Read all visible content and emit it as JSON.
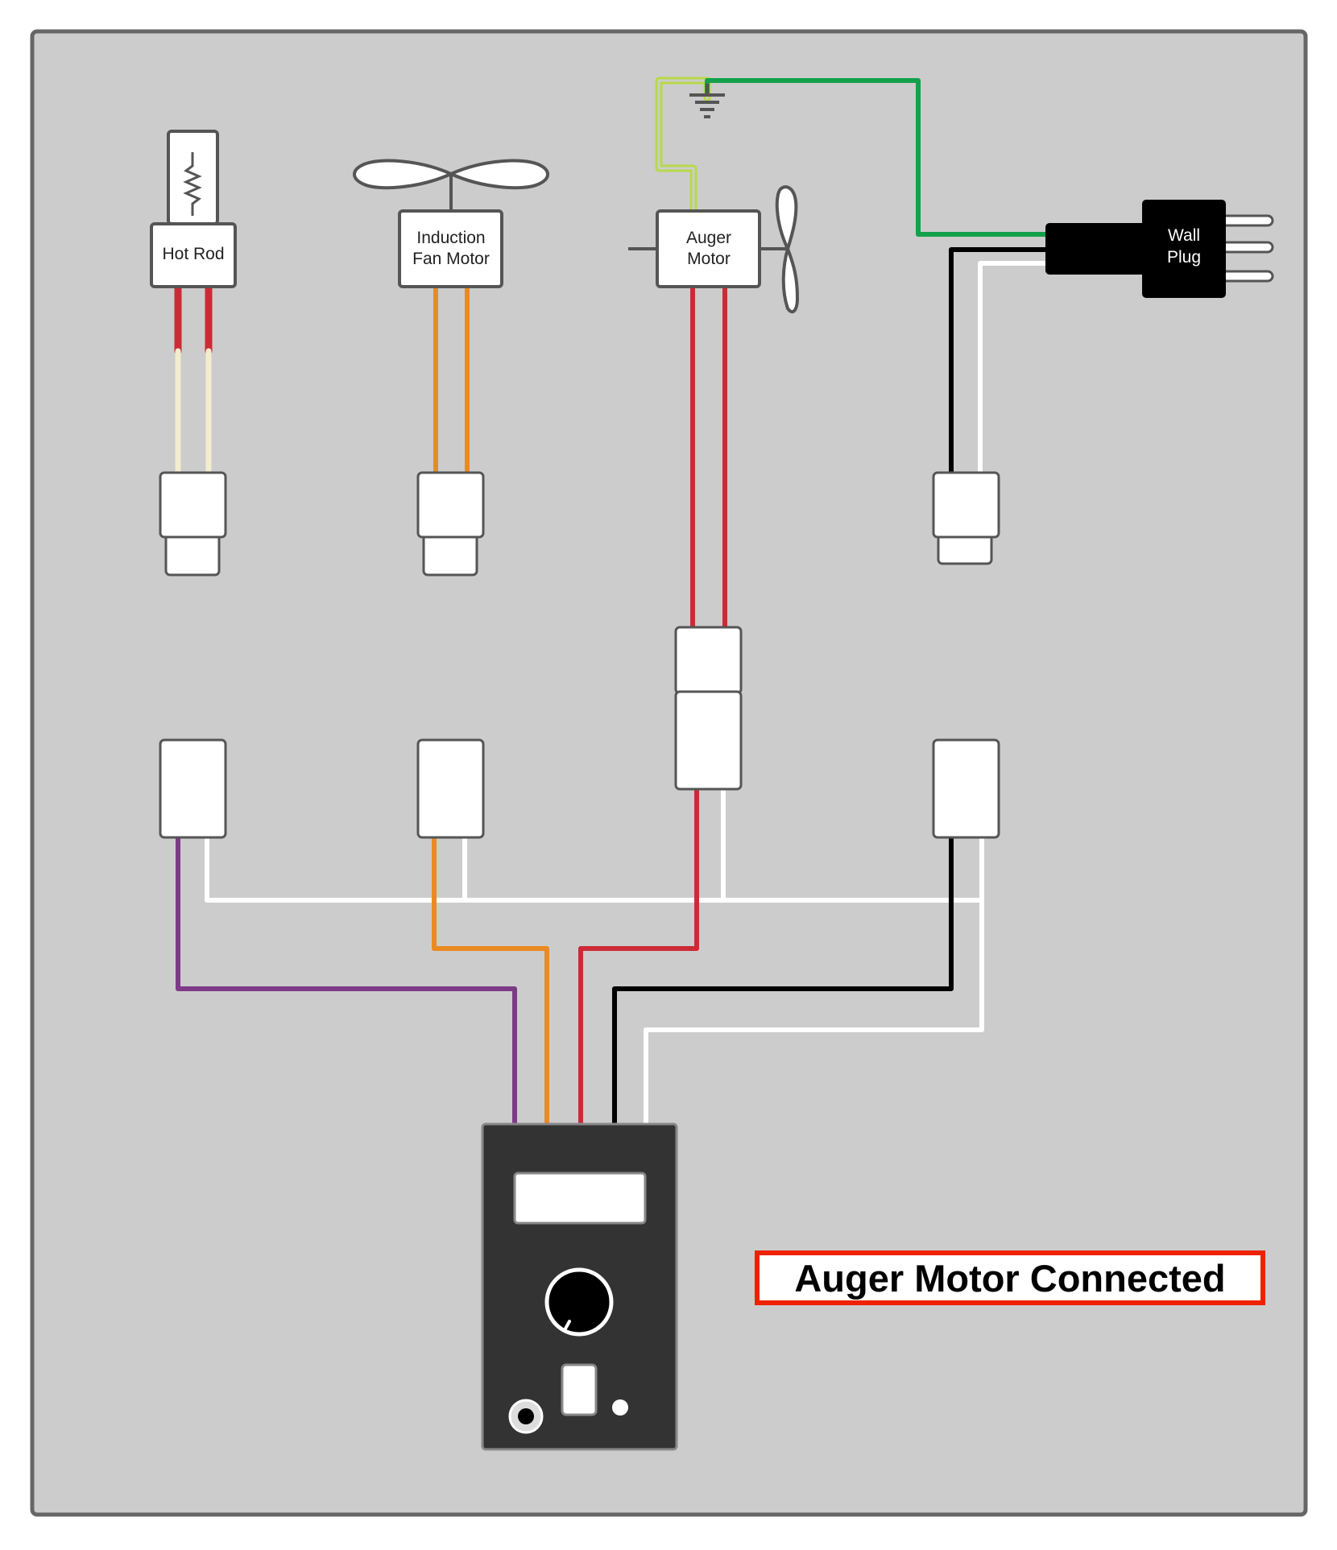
{
  "components": {
    "hot_rod": "Hot Rod",
    "fan_motor_line1": "Induction",
    "fan_motor_line2": "Fan Motor",
    "auger_motor_line1": "Auger",
    "auger_motor_line2": "Motor",
    "wall_plug_line1": "Wall",
    "wall_plug_line2": "Plug"
  },
  "status": {
    "label": "Auger Motor Connected",
    "border_color": "#ee2200"
  },
  "wire_colors": {
    "hot": "#cc2b36",
    "rod_lead": "#f2edcc",
    "fan": "#ea8a22",
    "ground": "#13a14b",
    "ground_stripe": "#b8d94a",
    "neutral": "#ffffff",
    "line": "#000000",
    "purple": "#7d3a86"
  },
  "icons": [
    "resistor-icon",
    "fan-blade-icon",
    "ground-symbol-icon",
    "controller-knob-icon"
  ]
}
